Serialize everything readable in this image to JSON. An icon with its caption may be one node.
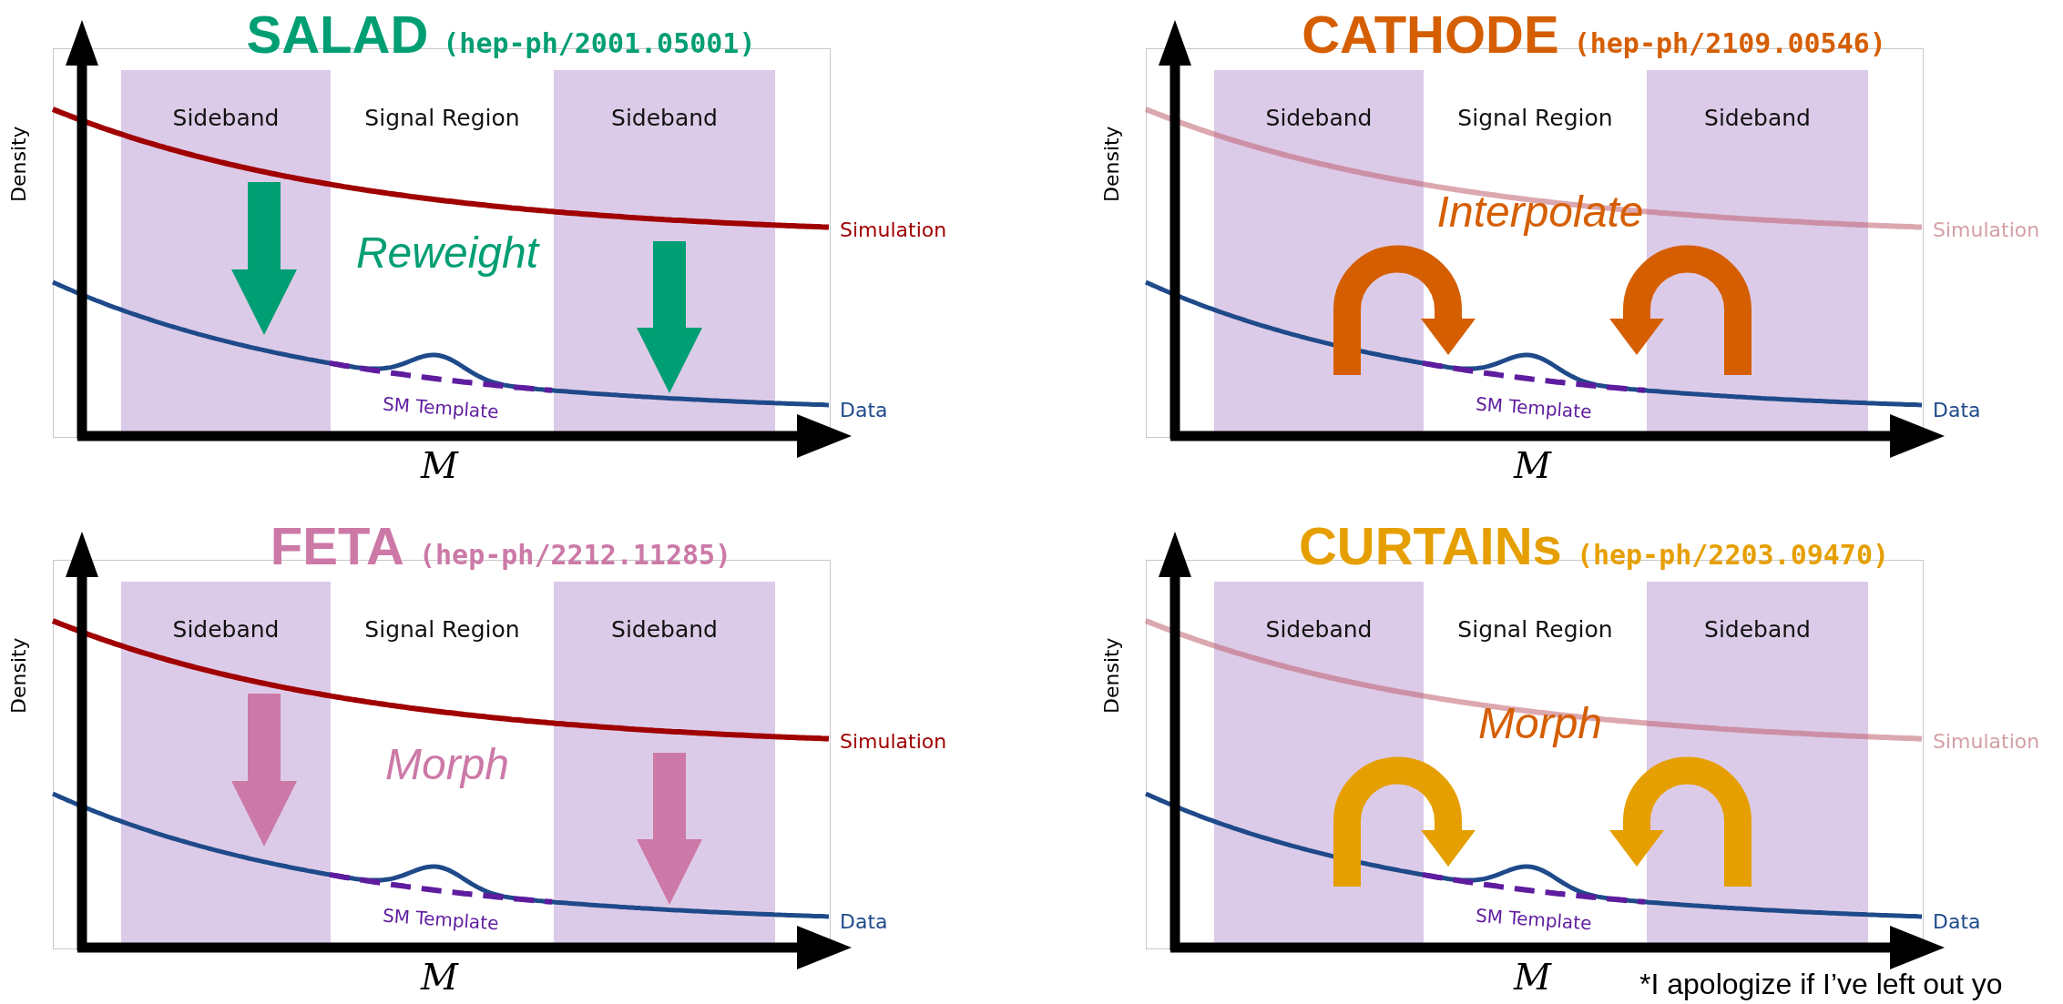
{
  "diagram": {
    "nodes": [
      {
        "text": [
          "SALAD",
          "(hep-ph/2001.05001)"
        ]
      },
      {
        "text": [
          "Sideband"
        ],
        "in": 0
      },
      {
        "text": [
          "Signal Region"
        ],
        "in": 0
      },
      {
        "text": [
          "Sideband"
        ],
        "in": 0
      },
      {
        "text": [
          "CATHODE",
          "(hep-ph/2109.00546)"
        ]
      },
      {
        "text": [
          "Sideband"
        ],
        "in": 4
      },
      {
        "text": [
          "Signal Region"
        ],
        "in": 4
      },
      {
        "text": [
          "Sideband"
        ],
        "in": 4
      },
      {
        "text": [
          "FETA",
          "(hep-ph/2212.11285)"
        ]
      },
      {
        "text": [
          "Sideband"
        ],
        "in": 8
      },
      {
        "text": [
          "Signal Region"
        ],
        "in": 8
      },
      {
        "text": [
          "Sideband"
        ],
        "in": 8
      },
      {
        "text": [
          "CURTAINs",
          "(hep-ph/2203.09470)"
        ]
      },
      {
        "text": [
          "Sideband"
        ],
        "in": 12
      },
      {
        "text": [
          "Signal Region"
        ],
        "in": 12
      },
      {
        "text": [
          "Sideband"
        ],
        "in": 12
      }
    ],
    "labels": [
      "Reweight",
      "Density",
      "Simulation",
      "SM Template",
      "Data",
      "M",
      "Interpolate",
      "Density",
      "Simulation",
      "SM Template",
      "Data",
      "M",
      "Morph",
      "Density",
      "Simulation",
      "SM Template",
      "Data",
      "M",
      "Morph",
      "Density",
      "Simulation",
      "SM Template",
      "Data",
      "M",
      "*I apologize if I’ve left out yo"
    ]
  }
}
